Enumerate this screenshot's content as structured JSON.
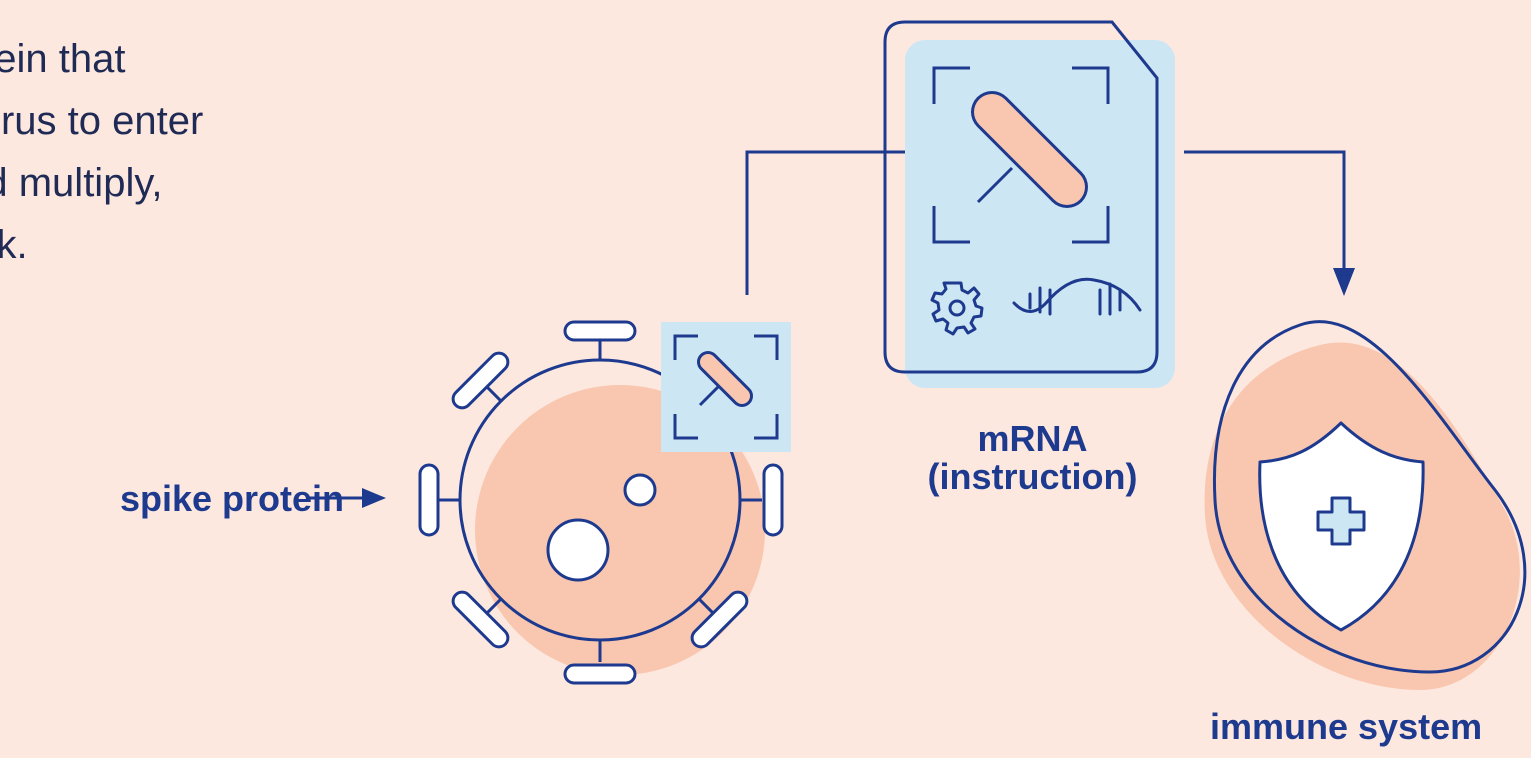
{
  "intro_text": {
    "lines": [
      "e protein that",
      "ronavirus to enter",
      "lls and multiply,",
      "ou sick."
    ]
  },
  "labels": {
    "spike_protein": "spike protein",
    "mrna_line1": "mRNA",
    "mrna_line2": "(instruction)",
    "immune_system": "immune system"
  },
  "colors": {
    "background": "#fde8df",
    "navy": "#1d3a8f",
    "peach": "#f9c7b0",
    "light_blue": "#cde6f3",
    "white": "#ffffff",
    "text": "#1f2a55"
  },
  "icons": [
    "virus-icon",
    "spike-protein-icon",
    "document-icon",
    "gear-icon",
    "dna-strand-icon",
    "cell-icon",
    "shield-icon",
    "medical-cross-icon"
  ]
}
